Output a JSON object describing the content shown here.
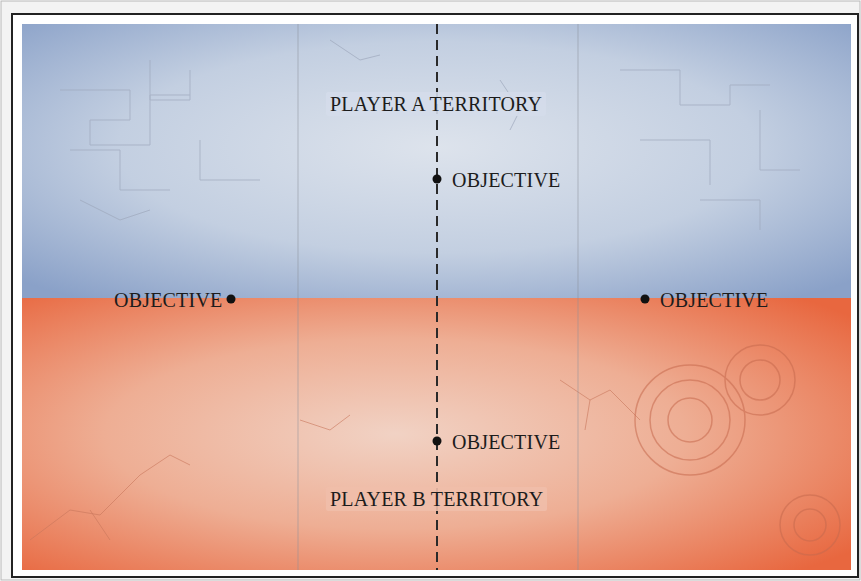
{
  "diagram": {
    "nodes": [
      {
        "text": [
          "PLAYER A TERRITORY"
        ]
      },
      {
        "text": [
          "PLAYER B TERRITORY"
        ]
      }
    ],
    "labels": [
      "OBJECTIVE",
      "OBJECTIVE",
      "OBJECTIVE",
      "OBJECTIVE"
    ]
  }
}
